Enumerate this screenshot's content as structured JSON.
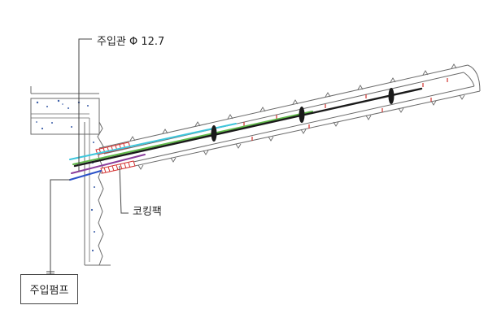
{
  "labels": {
    "injection_pipe": "주입관 Φ 12.7",
    "caulking_pack": "코킹팩",
    "injection_pump": "주입펌프"
  },
  "colors": {
    "line": "#6b6b6b",
    "concrete_dot": "#3b5ea8",
    "caulking": "#d33030",
    "strand_cyan": "#3ec6dc",
    "strand_green": "#5fb848",
    "strand_black": "#1a1a1a",
    "strand_purple": "#8a3d9c",
    "strand_blue": "#2b52c8",
    "tick_red": "#d0312d"
  }
}
